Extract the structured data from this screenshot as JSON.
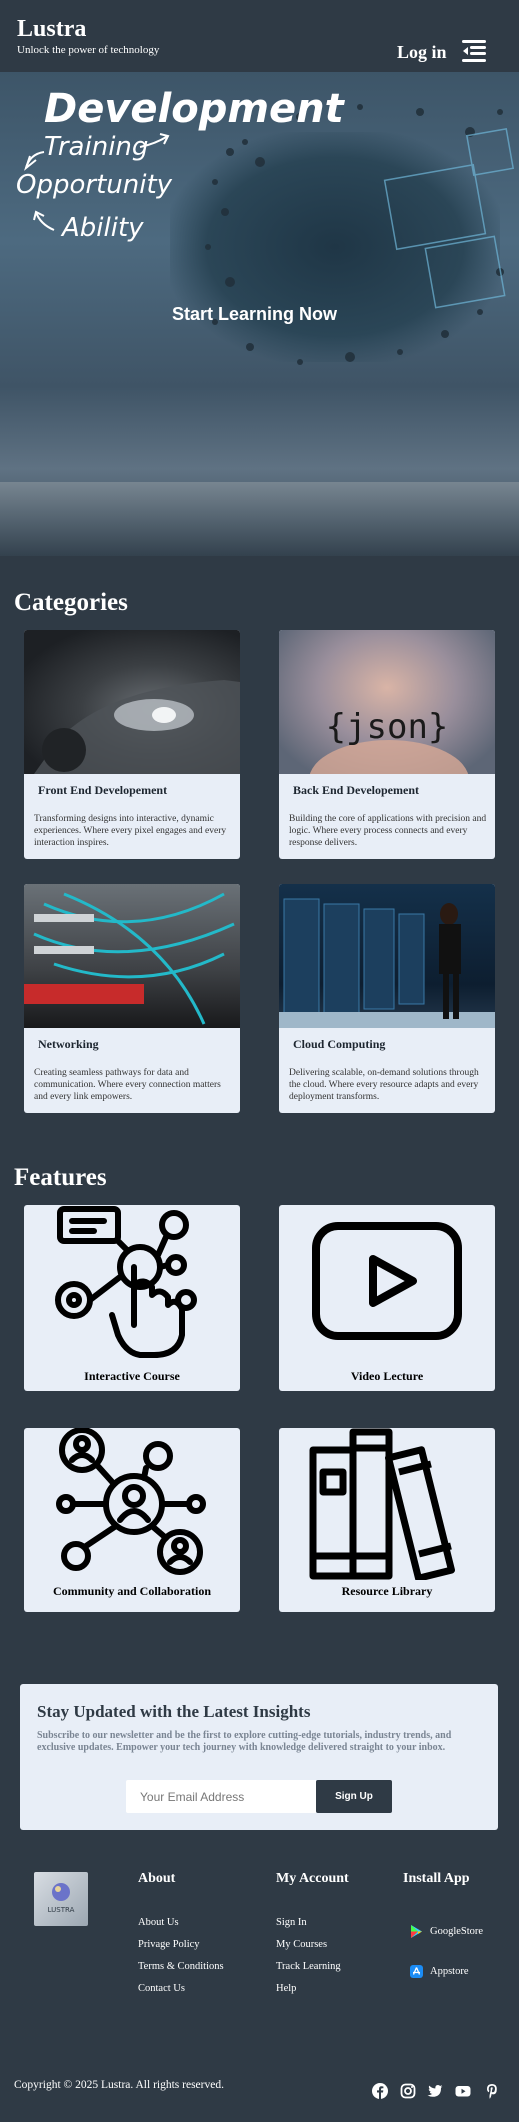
{
  "header": {
    "brand": "Lustra",
    "tagline": "Unlock the power of technology",
    "login_label": "Log in"
  },
  "hero": {
    "word_development": "Development",
    "word_training": "Training",
    "word_opportunity": "Opportunity",
    "word_ability": "Ability",
    "cta_label": "Start Learning Now"
  },
  "categories": {
    "title": "Categories",
    "items": [
      {
        "title": "Front End Developement",
        "desc": "Transforming designs into interactive, dynamic experiences. Where every pixel engages and every interaction inspires."
      },
      {
        "title": "Back End Developement",
        "desc": "Building the core of applications with precision and logic. Where every process connects and every response delivers."
      },
      {
        "title": "Networking",
        "desc": "Creating seamless pathways for data and communication. Where every connection matters and every link empowers."
      },
      {
        "title": "Cloud Computing",
        "desc": "Delivering scalable, on-demand solutions through the cloud. Where every resource adapts and every deployment transforms."
      }
    ],
    "json_badge": "{json}"
  },
  "features": {
    "title": "Features",
    "items": [
      {
        "label": "Interactive Course",
        "icon": "touch-network-icon"
      },
      {
        "label": "Video Lecture",
        "icon": "video-play-icon"
      },
      {
        "label": "Community and Collaboration",
        "icon": "community-network-icon"
      },
      {
        "label": "Resource Library",
        "icon": "books-icon"
      }
    ]
  },
  "newsletter": {
    "title": "Stay Updated with the Latest Insights",
    "desc": "Subscribe to our newsletter and be the first to explore cutting-edge tutorials, industry trends, and exclusive updates. Empower your tech journey with knowledge delivered straight to your inbox.",
    "email_placeholder": "Your Email Address",
    "button_label": "Sign Up"
  },
  "footer": {
    "logo_text": "LUSTRA",
    "about": {
      "title": "About",
      "links": [
        "About Us",
        "Privage Policy",
        "Terms & Conditions",
        "Contact Us"
      ]
    },
    "account": {
      "title": "My Account",
      "links": [
        "Sign In",
        "My Courses",
        "Track Learning",
        "Help"
      ]
    },
    "install": {
      "title": "Install App",
      "stores": [
        "GoogleStore",
        "Appstore"
      ]
    },
    "copyright": "Copyright © 2025 Lustra. All rights reserved.",
    "social": [
      "facebook-icon",
      "instagram-icon",
      "twitter-icon",
      "youtube-icon",
      "pinterest-icon"
    ]
  },
  "colors": {
    "page_bg": "#2f3a45",
    "card_bg": "#e8eef7",
    "button_dark": "#2f3a45"
  }
}
